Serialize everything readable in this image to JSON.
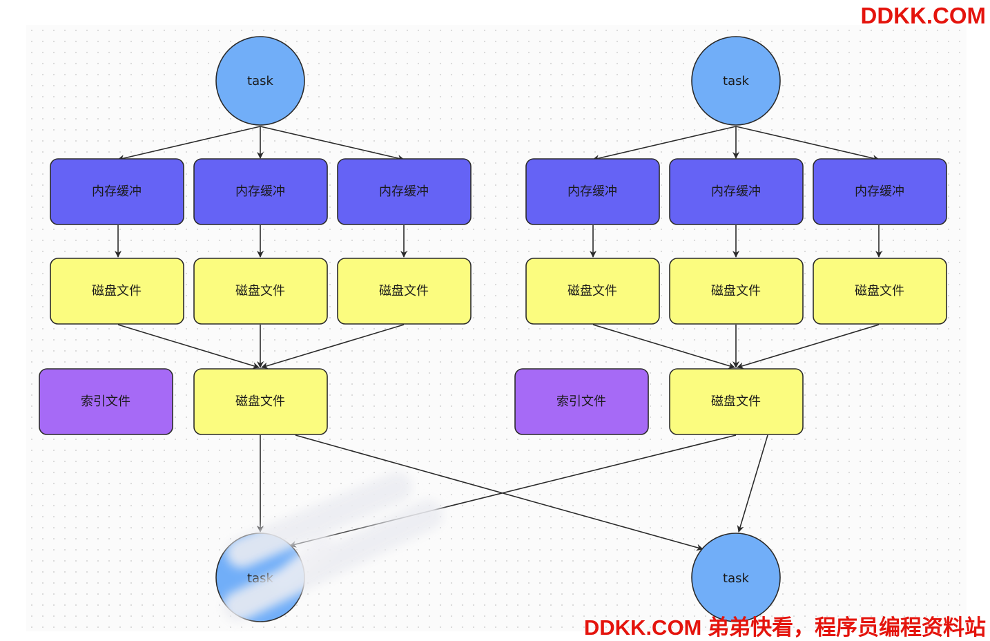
{
  "colors": {
    "circle": "#71aef8",
    "buffer": "#6563f5",
    "file": "#fbfc7f",
    "index": "#a66af6",
    "stroke": "#2b2b2b"
  },
  "nodes": {
    "top_task_left": "task",
    "top_task_right": "task",
    "bottom_task_left": "task",
    "bottom_task_right": "task",
    "buffer_label": "内存缓冲",
    "file_label": "磁盘文件",
    "index_label": "索引文件"
  },
  "watermark": {
    "top": "DDKK.COM",
    "bottom": "DDKK.COM 弟弟快看，程序员编程资料站"
  }
}
